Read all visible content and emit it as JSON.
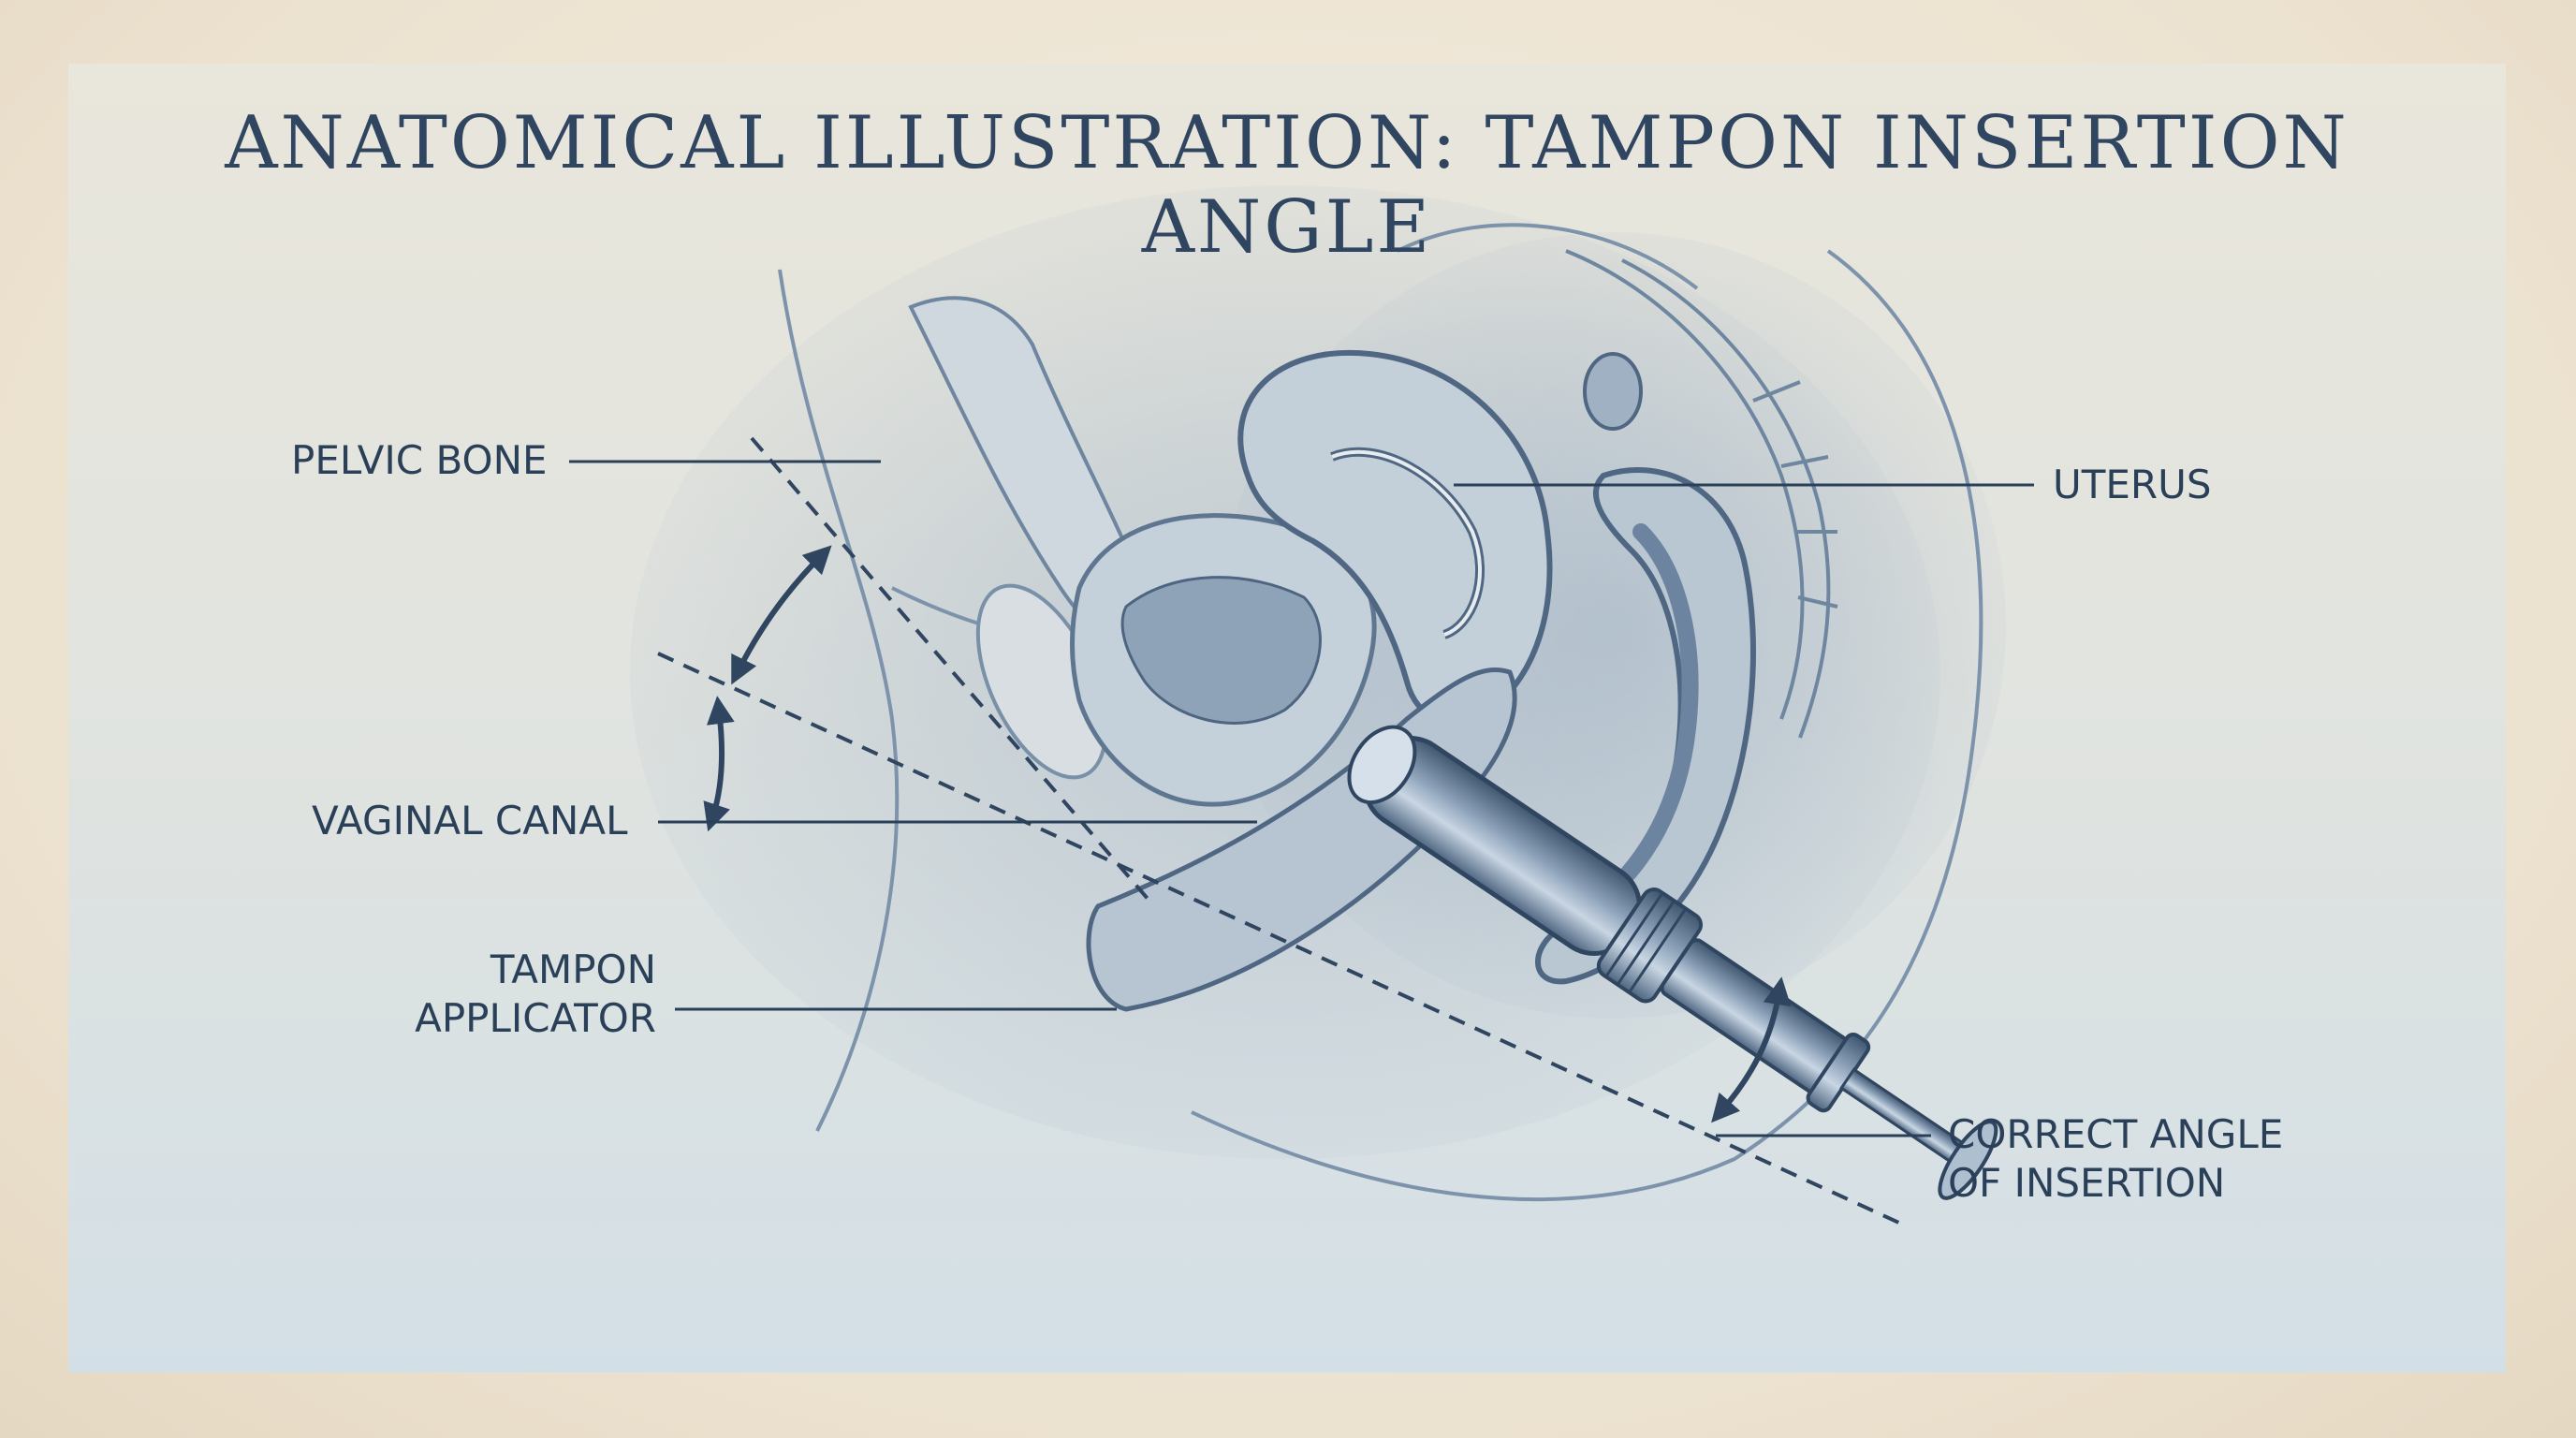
{
  "title": "ANATOMICAL ILLUSTRATION: TAMPON INSERTION ANGLE",
  "labels": {
    "pelvic_bone": "PELVIC BONE",
    "uterus": "UTERUS",
    "vaginal_canal": "VAGINAL CANAL",
    "tampon_applicator_1": "TAMPON",
    "tampon_applicator_2": "APPLICATOR",
    "correct_angle_1": "CORRECT ANGLE",
    "correct_angle_2": "OF INSERTION"
  },
  "colors": {
    "ink": "#2a3f58",
    "tissue": "#8a9fb5",
    "tissue_dark": "#5f7690",
    "background_top": "#e9e6db",
    "background_bottom": "#d3dfe6"
  }
}
